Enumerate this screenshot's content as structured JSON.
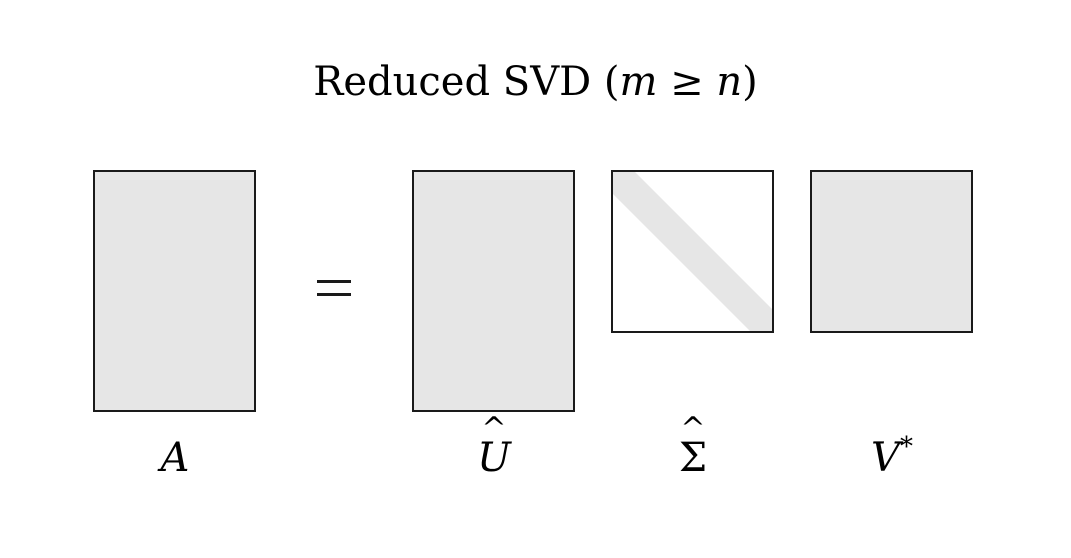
{
  "diagram": {
    "title": {
      "prefix": "Reduced SVD",
      "open_paren": "(",
      "var_m": "m",
      "relation": "≥",
      "var_n": "n",
      "close_paren": ")"
    },
    "equals_sign": "=",
    "matrices": [
      {
        "id": "A",
        "label_symbol": "A",
        "fill": "shaded"
      },
      {
        "id": "U_hat",
        "label_symbol": "U",
        "label_accent": "^",
        "fill": "shaded"
      },
      {
        "id": "Sigma_hat",
        "label_symbol": "Σ",
        "label_accent": "^",
        "fill": "diagonal"
      },
      {
        "id": "V_star",
        "label_symbol": "V",
        "label_superscript": "*",
        "fill": "shaded"
      }
    ],
    "colors": {
      "shade": "#e6e6e6",
      "border": "#1a1a1a",
      "background": "#ffffff"
    }
  }
}
